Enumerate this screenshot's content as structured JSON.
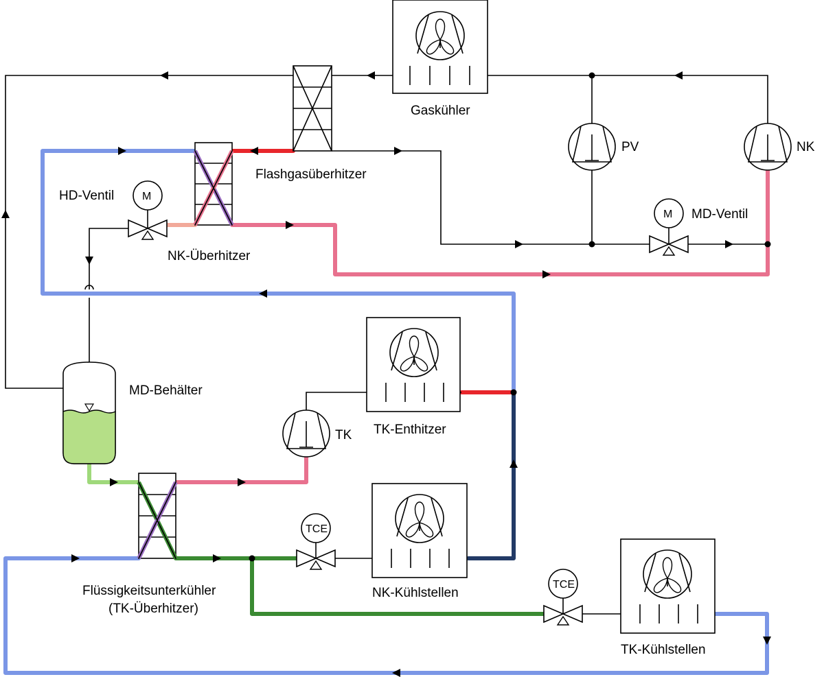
{
  "labels": {
    "gas_cooler": "Gaskühler",
    "flashgas_superheater": "Flashgasüberhitzer",
    "pv": "PV",
    "nk": "NK",
    "hd_valve": "HD-Ventil",
    "md_valve": "MD-Ventil",
    "nk_superheater": "NK-Überhitzer",
    "md_receiver": "MD-Behälter",
    "tk": "TK",
    "tk_desuperheater": "TK-Enthitzer",
    "liquid_subcooler_line1": "Flüssigkeitsunterkühler",
    "liquid_subcooler_line2": "(TK-Überhitzer)",
    "nk_cooling_points": "NK-Kühlstellen",
    "tk_cooling_points": "TK-Kühlstellen",
    "motor": "M",
    "tce": "TCE"
  },
  "colors": {
    "blue": "#7b96e6",
    "red": "#e8262b",
    "pink": "#e8718e",
    "green": "#3a8a32",
    "light_green": "#9fd97b",
    "light_pink": "#f2a99a",
    "navy": "#223a66",
    "purple": "#9a6cc0",
    "liquid": "#b5df87"
  }
}
